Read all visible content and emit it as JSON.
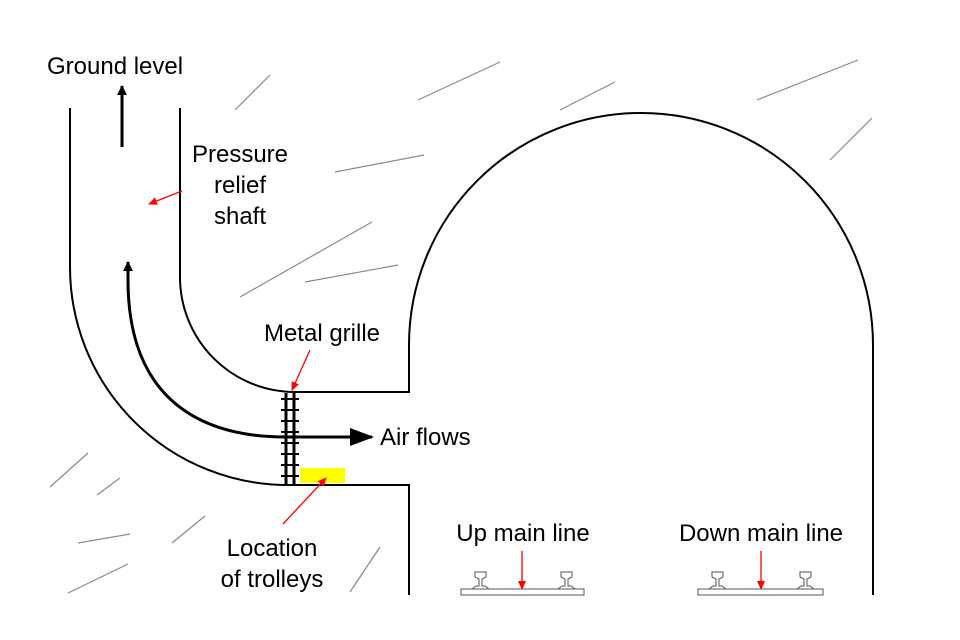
{
  "title": "Pressure relief shaft air flow diagram",
  "labels": {
    "ground_level": "Ground level",
    "shaft_line1": "Pressure",
    "shaft_line2": "relief",
    "shaft_line3": "shaft",
    "metal_grille": "Metal grille",
    "air_flows": "Air flows",
    "location_line1": "Location",
    "location_line2": "of trolleys",
    "up_main_line": "Up main line",
    "down_main_line": "Down main line"
  },
  "colors": {
    "stroke": "#000000",
    "hatch": "#8a8a8a",
    "pointer": "#ff0000",
    "trolley_location": "#ffff00"
  }
}
